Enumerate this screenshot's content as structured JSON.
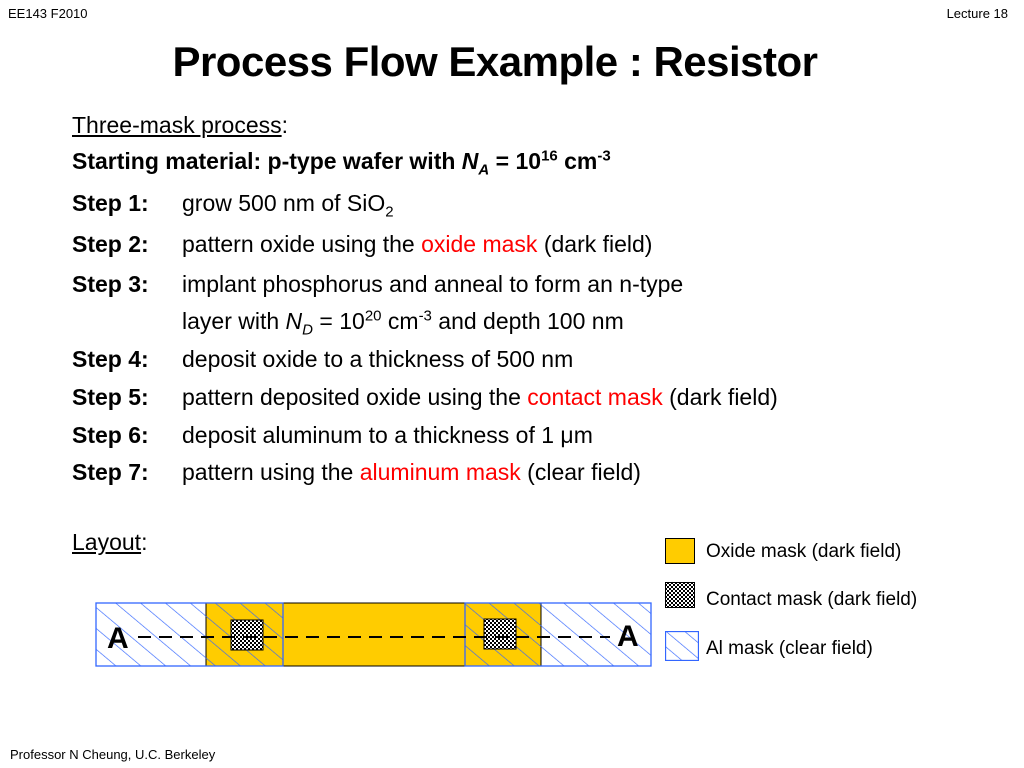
{
  "header": {
    "left": "EE143 F2010",
    "right": "Lecture 18"
  },
  "title": "Process Flow Example : Resistor",
  "intro": {
    "three_mask": "Three-mask process",
    "colon": ":",
    "starting_prefix": "Starting material:  p-type wafer with ",
    "n": "N",
    "n_sub": "A",
    "eq": " = 10",
    "exp": "16",
    "unit": " cm",
    "unit_exp": "-3"
  },
  "steps": [
    {
      "label": "Step 1:",
      "text": "grow 500 nm of SiO",
      "sub": "2"
    },
    {
      "label": "Step 2:",
      "pre": "pattern oxide using the ",
      "mask": "oxide mask",
      "post": " (dark field)"
    },
    {
      "label": "Step 3:",
      "line1": "implant phosphorus and anneal to form an n-type",
      "line2_pre": "layer with ",
      "n": "N",
      "n_sub": "D",
      "eq": " = 10",
      "exp": "20",
      "unit": " cm",
      "unit_exp": "-3",
      "post": " and depth 100 nm"
    },
    {
      "label": "Step 4:",
      "text": "deposit oxide to a thickness of 500 nm"
    },
    {
      "label": "Step 5:",
      "pre": "pattern deposited oxide using the ",
      "mask": "contact mask",
      "post": " (dark field)"
    },
    {
      "label": "Step 6:",
      "text": "deposit aluminum to a thickness of 1 ",
      "mu": "μ",
      "post": "m"
    },
    {
      "label": "Step 7:",
      "pre": "pattern using the ",
      "mask": "aluminum mask",
      "post": " (clear field)"
    }
  ],
  "layout": {
    "label": "Layout",
    "colon": ":",
    "a_left": "A",
    "a_right": "A"
  },
  "legend": {
    "oxide": "Oxide mask (dark field)",
    "contact": "Contact mask (dark field)",
    "al": "Al mask (clear field)"
  },
  "colors": {
    "oxide_fill": "#ffcc00",
    "hatch": "#3366ff",
    "mask_red": "#ff0000"
  },
  "footer": "Professor  N Cheung, U.C. Berkeley"
}
